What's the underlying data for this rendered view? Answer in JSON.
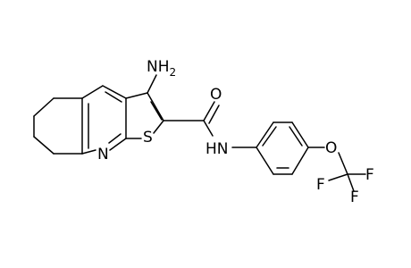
{
  "molecule": {
    "atoms": [
      {
        "id": "amine_n",
        "label": "NH",
        "subscript": "2"
      },
      {
        "id": "carbonyl_o",
        "label": "O"
      },
      {
        "id": "ring_n",
        "label": "N"
      },
      {
        "id": "thiophene_s",
        "label": "S"
      },
      {
        "id": "amide_nh",
        "label": "HN"
      },
      {
        "id": "ether_o",
        "label": "O"
      },
      {
        "id": "f_top",
        "label": "F"
      },
      {
        "id": "f_left",
        "label": "F"
      },
      {
        "id": "f_bottom",
        "label": "F"
      }
    ]
  },
  "colors": {
    "bond": "#000000",
    "background": "#ffffff"
  }
}
